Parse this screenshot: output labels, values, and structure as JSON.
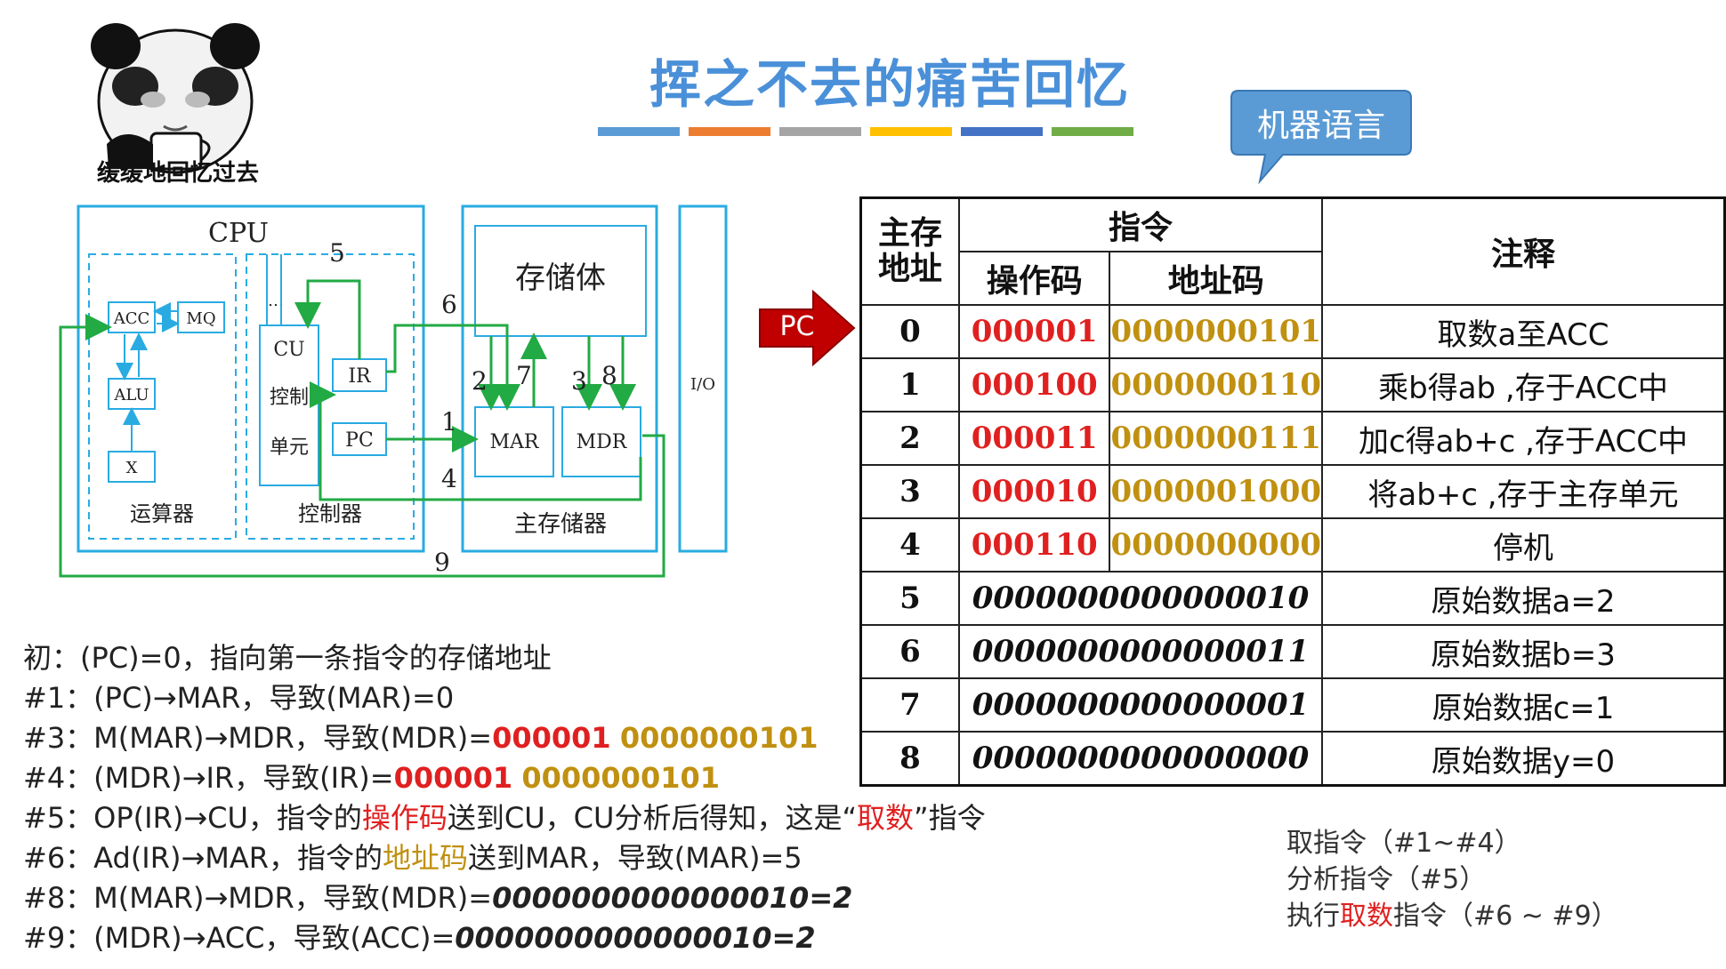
{
  "title": "挥之不去的痛苦回忆",
  "title_bar_colors": [
    "#5b9bd5",
    "#ed7d31",
    "#a5a5a5",
    "#ffc000",
    "#4472c4",
    "#70ad47"
  ],
  "meme": {
    "caption": "缓缓地回忆过去",
    "icon": "panda-meme-icon"
  },
  "bubble": {
    "label": "机器语言",
    "color": "#5b9bd5"
  },
  "pc_arrow": {
    "label": "PC",
    "color": "#c00000"
  },
  "diagram": {
    "cpu": "CPU",
    "acc": "ACC",
    "mq": "MQ",
    "alu": "ALU",
    "x": "X",
    "alu_unit": "运算器",
    "cu": "CU",
    "cu_sub1": "控制",
    "cu_sub2": "单元",
    "ir": "IR",
    "pc": "PC",
    "ctrl_unit": "控制器",
    "dots": "…",
    "storage": "存储体",
    "mar": "MAR",
    "mdr": "MDR",
    "main_memory": "主存储器",
    "io": "I/O",
    "step_numbers": [
      "1",
      "2",
      "3",
      "4",
      "5",
      "6",
      "7",
      "8",
      "9"
    ],
    "blue": "#29abe2",
    "green": "#22aa44"
  },
  "table": {
    "h_addr": "主存\n地址",
    "h_instr": "指令",
    "h_op": "操作码",
    "h_ad": "地址码",
    "h_note": "注释",
    "rows": [
      {
        "addr": "0",
        "op": "000001",
        "ad": "0000000101",
        "note": "取数a至ACC"
      },
      {
        "addr": "1",
        "op": "000100",
        "ad": "0000000110",
        "note": "乘b得ab ,存于ACC中"
      },
      {
        "addr": "2",
        "op": "000011",
        "ad": "0000000111",
        "note": "加c得ab+c ,存于ACC中"
      },
      {
        "addr": "3",
        "op": "000010",
        "ad": "0000001000",
        "note": "将ab+c ,存于主存单元"
      },
      {
        "addr": "4",
        "op": "000110",
        "ad": "0000000000",
        "note": "停机"
      }
    ],
    "data_rows": [
      {
        "addr": "5",
        "value": "0000000000000010",
        "note": "原始数据a=2"
      },
      {
        "addr": "6",
        "value": "0000000000000011",
        "note": "原始数据b=3"
      },
      {
        "addr": "7",
        "value": "0000000000000001",
        "note": "原始数据c=1"
      },
      {
        "addr": "8",
        "value": "0000000000000000",
        "note": "原始数据y=0"
      }
    ]
  },
  "steps": {
    "s0": "初：(PC)=0，指向第一条指令的存储地址",
    "s1": "#1：(PC)→MAR，导致(MAR)=0",
    "s3_a": "#3：M(MAR)→MDR，导致(MDR)=",
    "s3_op": "000001",
    "s3_ad": "0000000101",
    "s4_a": "#4：(MDR)→IR，导致(IR)=",
    "s4_op": "000001",
    "s4_ad": "0000000101",
    "s5_a": "#5：OP(IR)→CU，指令的",
    "s5_op": "操作码",
    "s5_b": "送到CU，CU分析后得知，这是“",
    "s5_c": "取数",
    "s5_d": "”指令",
    "s6_a": "#6：Ad(IR)→MAR，指令的",
    "s6_ad": "地址码",
    "s6_b": "送到MAR，导致(MAR)=5",
    "s8_a": "#8：M(MAR)→MDR，导致(MDR)=",
    "s8_v": "0000000000000010=2",
    "s9_a": "#9：(MDR)→ACC，导致(ACC)=",
    "s9_v": "0000000000000010=2"
  },
  "legend": {
    "l1": "取指令（#1~#4）",
    "l2": "分析指令（#5）",
    "l3_a": "执行",
    "l3_b": "取数",
    "l3_c": "指令（#6 ~ #9）"
  }
}
